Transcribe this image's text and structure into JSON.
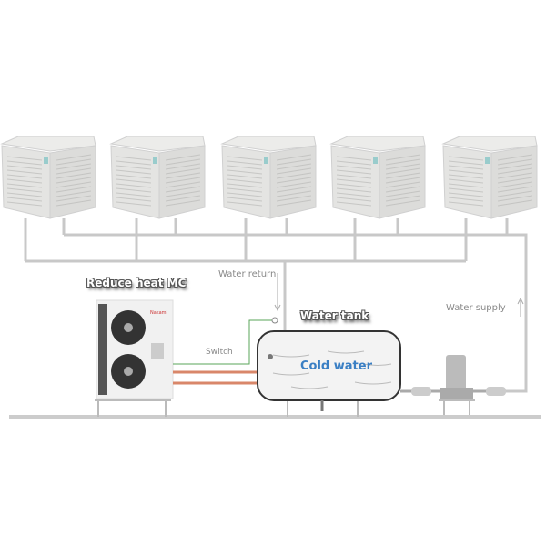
{
  "diagram": {
    "labels": {
      "reduce_heat": "Reduce heat MC",
      "water_tank": "Water tank",
      "cold_water": "Cold water",
      "water_return": "Water return",
      "water_supply": "Water supply",
      "switch": "Switch",
      "brand": "Nakami"
    },
    "cooler_count": 5,
    "colors": {
      "pipe": "#c8c8c8",
      "copper": "#d9876a",
      "signal": "#5aa55a",
      "cooler": "#e4e4e2",
      "water_text": "#3a7fc4"
    }
  }
}
